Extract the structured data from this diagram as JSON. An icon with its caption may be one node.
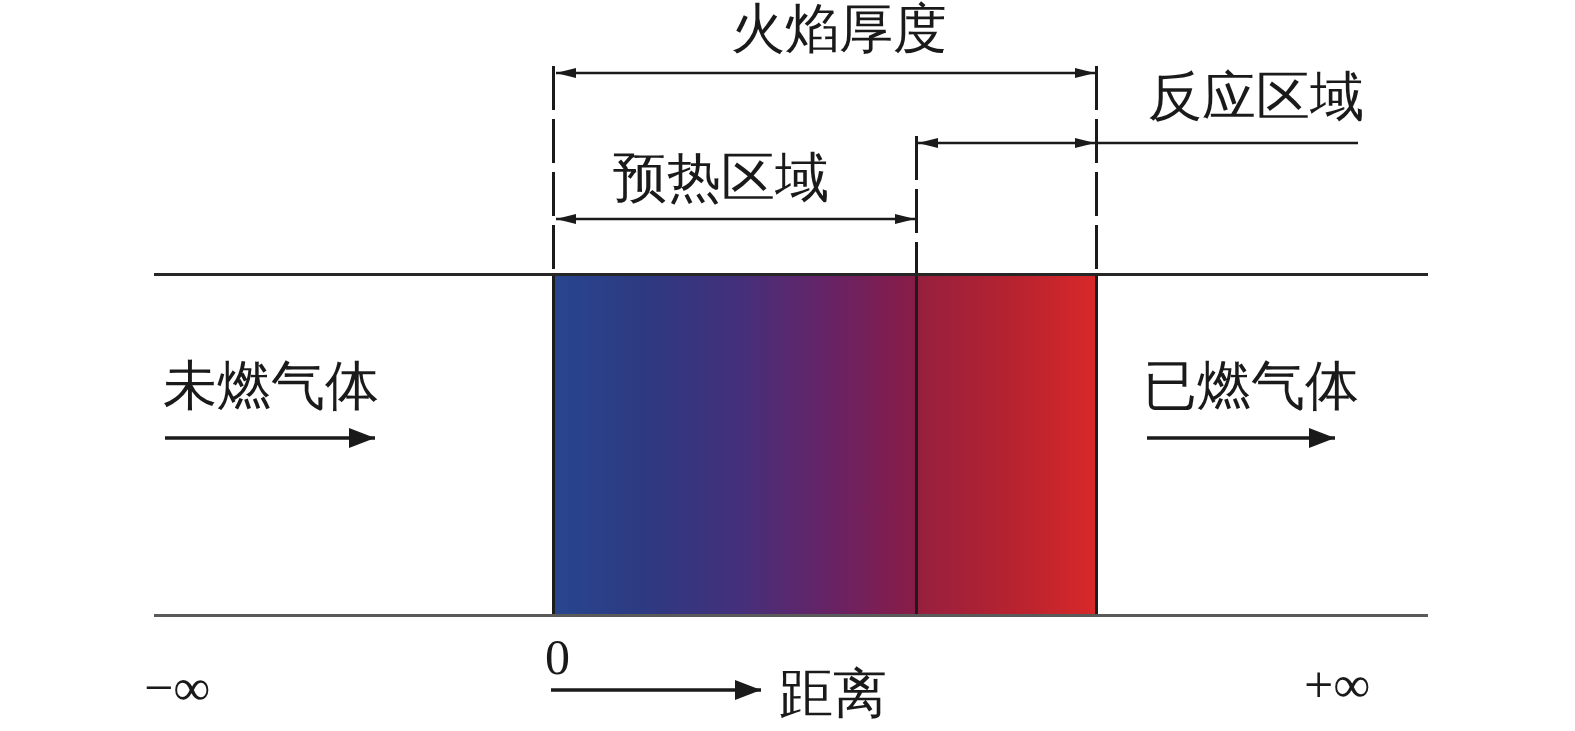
{
  "diagram": {
    "labels": [
      "火焰厚度",
      "反应区域",
      "预热区域",
      "未燃气体",
      "已燃气体",
      "0",
      "−∞",
      "距离",
      "+∞"
    ]
  }
}
